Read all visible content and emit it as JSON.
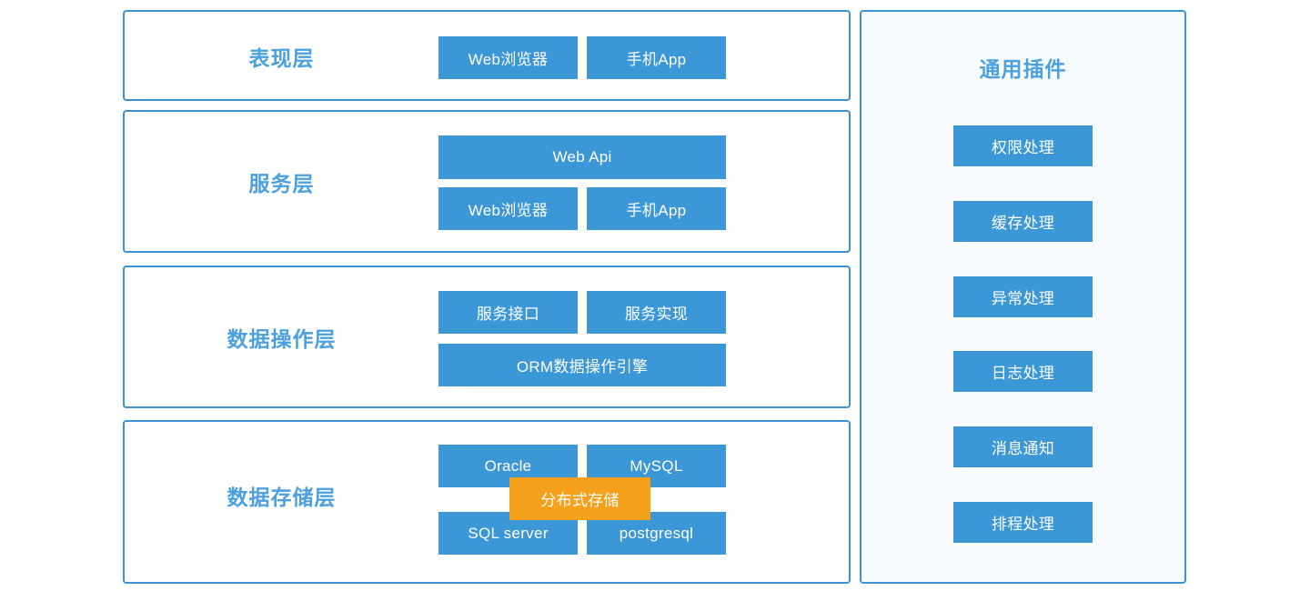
{
  "diagram": {
    "colors": {
      "box_blue": "#3b97d6",
      "box_orange": "#f5a11b",
      "panel_border": "#3c93d4",
      "label_blue": "#4ba0dd",
      "plugins_panel_bg": "#f7fbfe"
    },
    "layers": [
      {
        "label": "表现层",
        "nodes": [
          {
            "text": "Web浏览器",
            "color": "#3b97d6"
          },
          {
            "text": "手机App",
            "color": "#3b97d6"
          }
        ]
      },
      {
        "label": "服务层",
        "nodes": [
          {
            "text": "Web Api",
            "color": "#3b97d6"
          },
          {
            "text": "Web浏览器",
            "color": "#3b97d6"
          },
          {
            "text": "手机App",
            "color": "#3b97d6"
          }
        ]
      },
      {
        "label": "数据操作层",
        "nodes": [
          {
            "text": "服务接口",
            "color": "#3b97d6"
          },
          {
            "text": "服务实现",
            "color": "#3b97d6"
          },
          {
            "text": "ORM数据操作引擎",
            "color": "#3b97d6"
          }
        ]
      },
      {
        "label": "数据存储层",
        "nodes": [
          {
            "text": "Oracle",
            "color": "#3b97d6"
          },
          {
            "text": "MySQL",
            "color": "#3b97d6"
          },
          {
            "text": "SQL server",
            "color": "#3b97d6"
          },
          {
            "text": "postgresql",
            "color": "#3b97d6"
          },
          {
            "text": "分布式存储",
            "color": "#f5a11b"
          }
        ]
      }
    ],
    "plugins": {
      "title": "通用插件",
      "items": [
        {
          "text": "权限处理"
        },
        {
          "text": "缓存处理"
        },
        {
          "text": "异常处理"
        },
        {
          "text": "日志处理"
        },
        {
          "text": "消息通知"
        },
        {
          "text": "排程处理"
        }
      ]
    }
  }
}
